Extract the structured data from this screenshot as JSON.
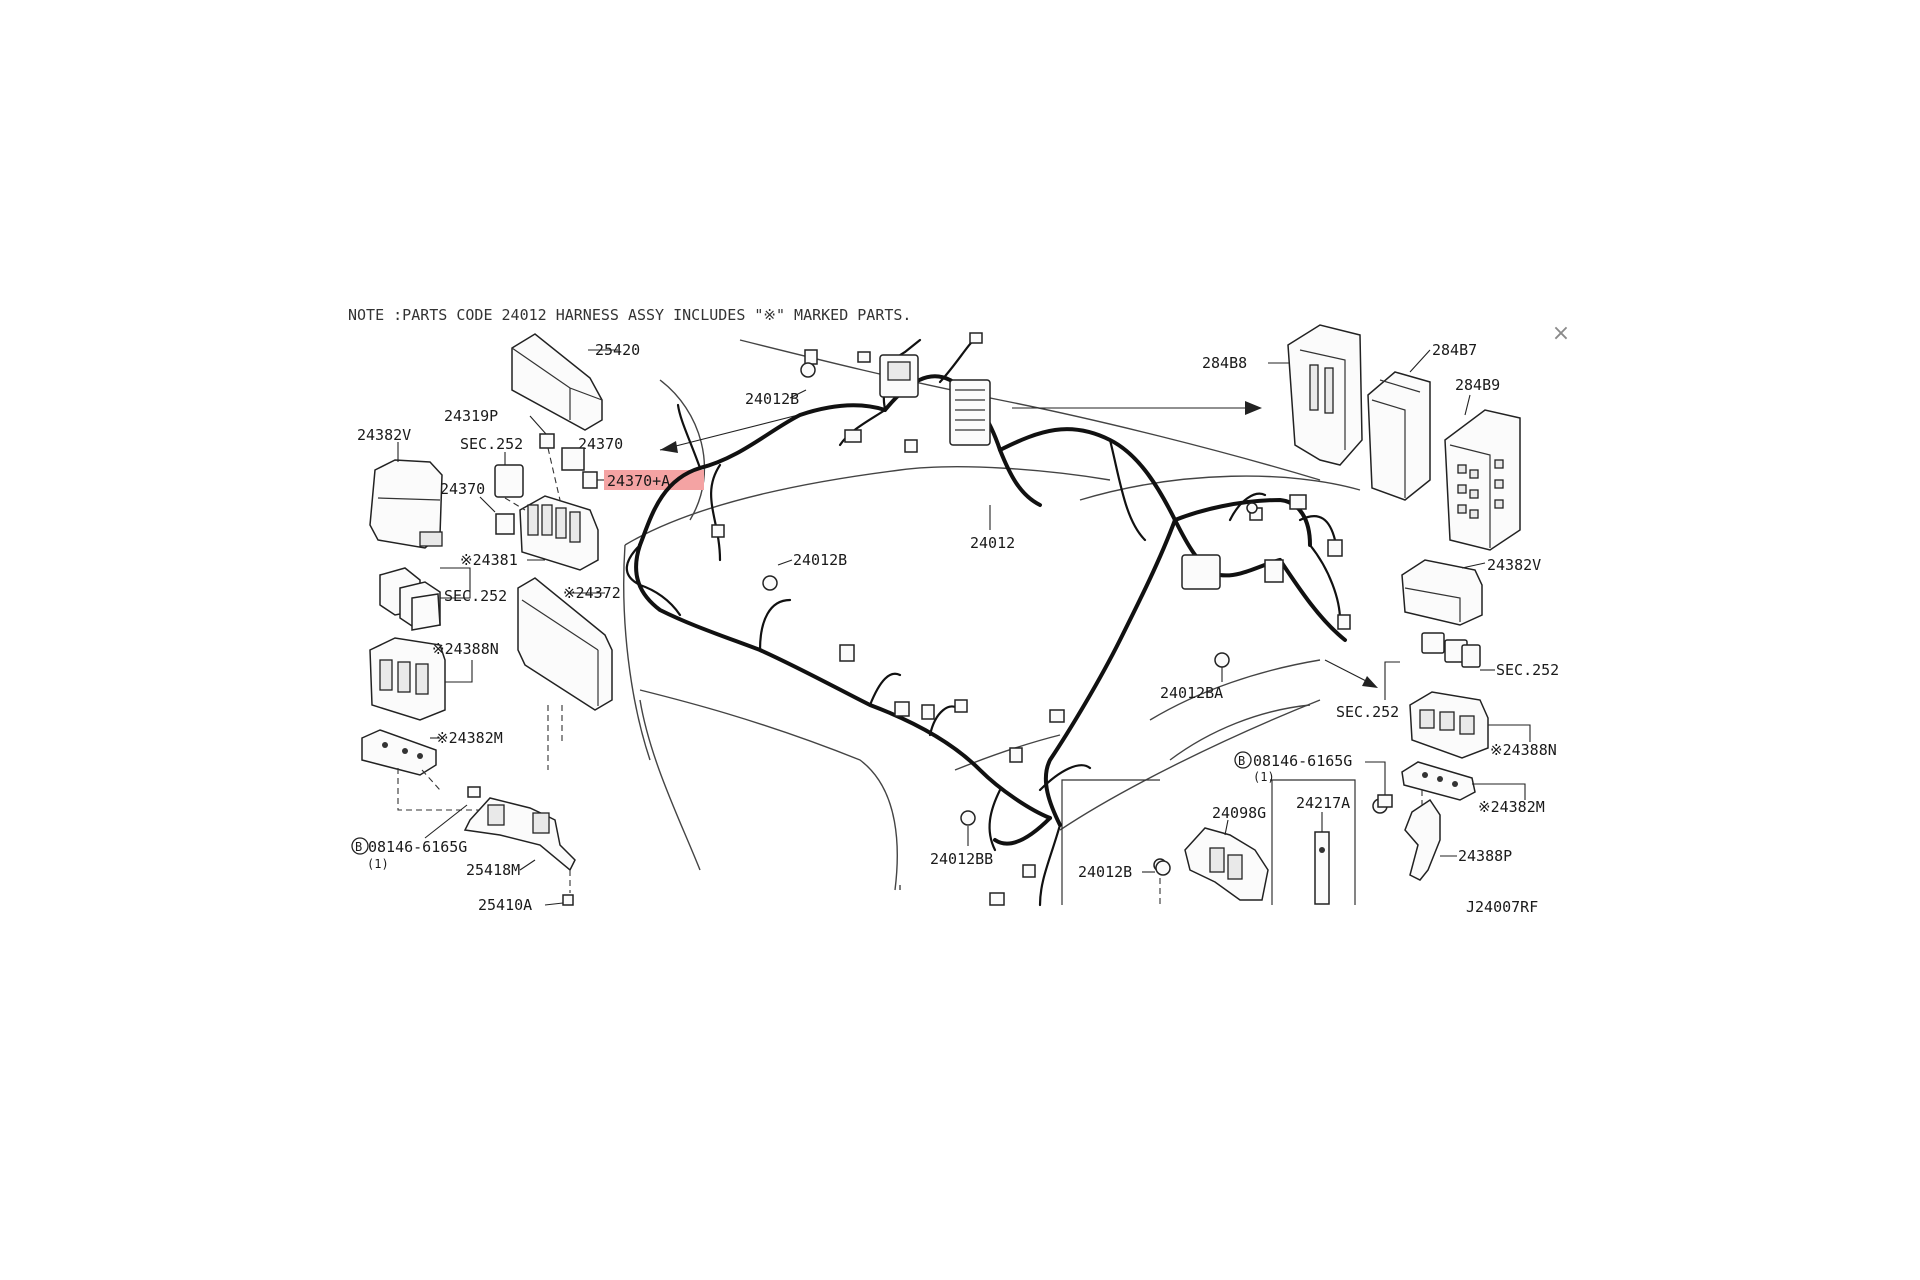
{
  "viewer": {
    "close_symbol": "×",
    "highlight_color": "#f4a3a3"
  },
  "diagram": {
    "note": "NOTE :PARTS CODE 24012 HARNESS ASSY INCLUDES \"※\" MARKED PARTS.",
    "figure_code": "J24007RF",
    "labels": {
      "p25420": "25420",
      "p24382V_left": "24382V",
      "p24319P": "24319P",
      "sec252_a": "SEC.252",
      "p24370_top": "24370",
      "p24370A": "24370+A",
      "p24370_left": "24370",
      "p24381": "※24381",
      "p24372": "※24372",
      "sec252_b": "SEC.252",
      "p24388N_left": "※24388N",
      "p24382M_left": "※24382M",
      "bolt_left": "08146-6165G",
      "bolt_left_qty": "(1)",
      "bolt_left_mark": "B",
      "p25418M": "25418M",
      "p25410A": "25410A",
      "p24012B_top": "24012B",
      "p24012B_mid": "24012B",
      "p24012": "24012",
      "p24012BA": "24012BA",
      "p24012BB": "24012BB",
      "p284B8": "284B8",
      "p284B7": "284B7",
      "p284B9": "284B9",
      "p24382V_right": "24382V",
      "sec252_c": "SEC.252",
      "sec252_d": "SEC.252",
      "p24388N_right": "※24388N",
      "bolt_right": "08146-6165G",
      "bolt_right_qty": "(1)",
      "bolt_right_mark": "B",
      "p24382M_right": "※24382M",
      "p24388P": "24388P",
      "p24098G": "24098G",
      "p24217A": "24217A",
      "p24012B_bottom": "24012B"
    }
  }
}
